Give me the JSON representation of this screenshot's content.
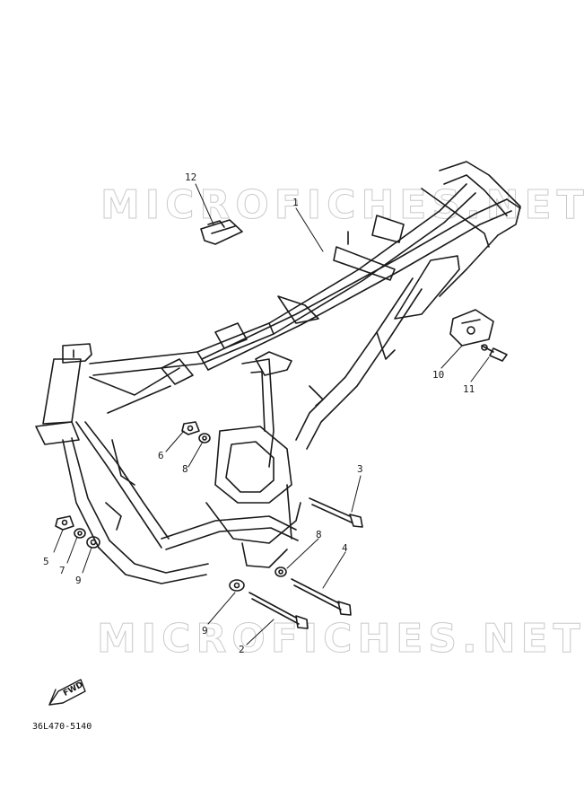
{
  "watermark": {
    "text": "MICROFICHES.NET"
  },
  "callouts": [
    {
      "id": "c12",
      "label": "12"
    },
    {
      "id": "c1",
      "label": "1"
    },
    {
      "id": "c10",
      "label": "10"
    },
    {
      "id": "c11",
      "label": "11"
    },
    {
      "id": "c6",
      "label": "6"
    },
    {
      "id": "c8a",
      "label": "8"
    },
    {
      "id": "c3",
      "label": "3"
    },
    {
      "id": "c5",
      "label": "5"
    },
    {
      "id": "c7",
      "label": "7"
    },
    {
      "id": "c9a",
      "label": "9"
    },
    {
      "id": "c8b",
      "label": "8"
    },
    {
      "id": "c4",
      "label": "4"
    },
    {
      "id": "c9b",
      "label": "9"
    },
    {
      "id": "c2",
      "label": "2"
    }
  ],
  "fwd_label": "FWD",
  "part_code": "36L470-5140",
  "icons": {
    "direction": "fwd-arrow-icon"
  },
  "colors": {
    "line": "#1a1a1a",
    "watermark_stroke": "#c8c8c8",
    "background": "#ffffff"
  }
}
